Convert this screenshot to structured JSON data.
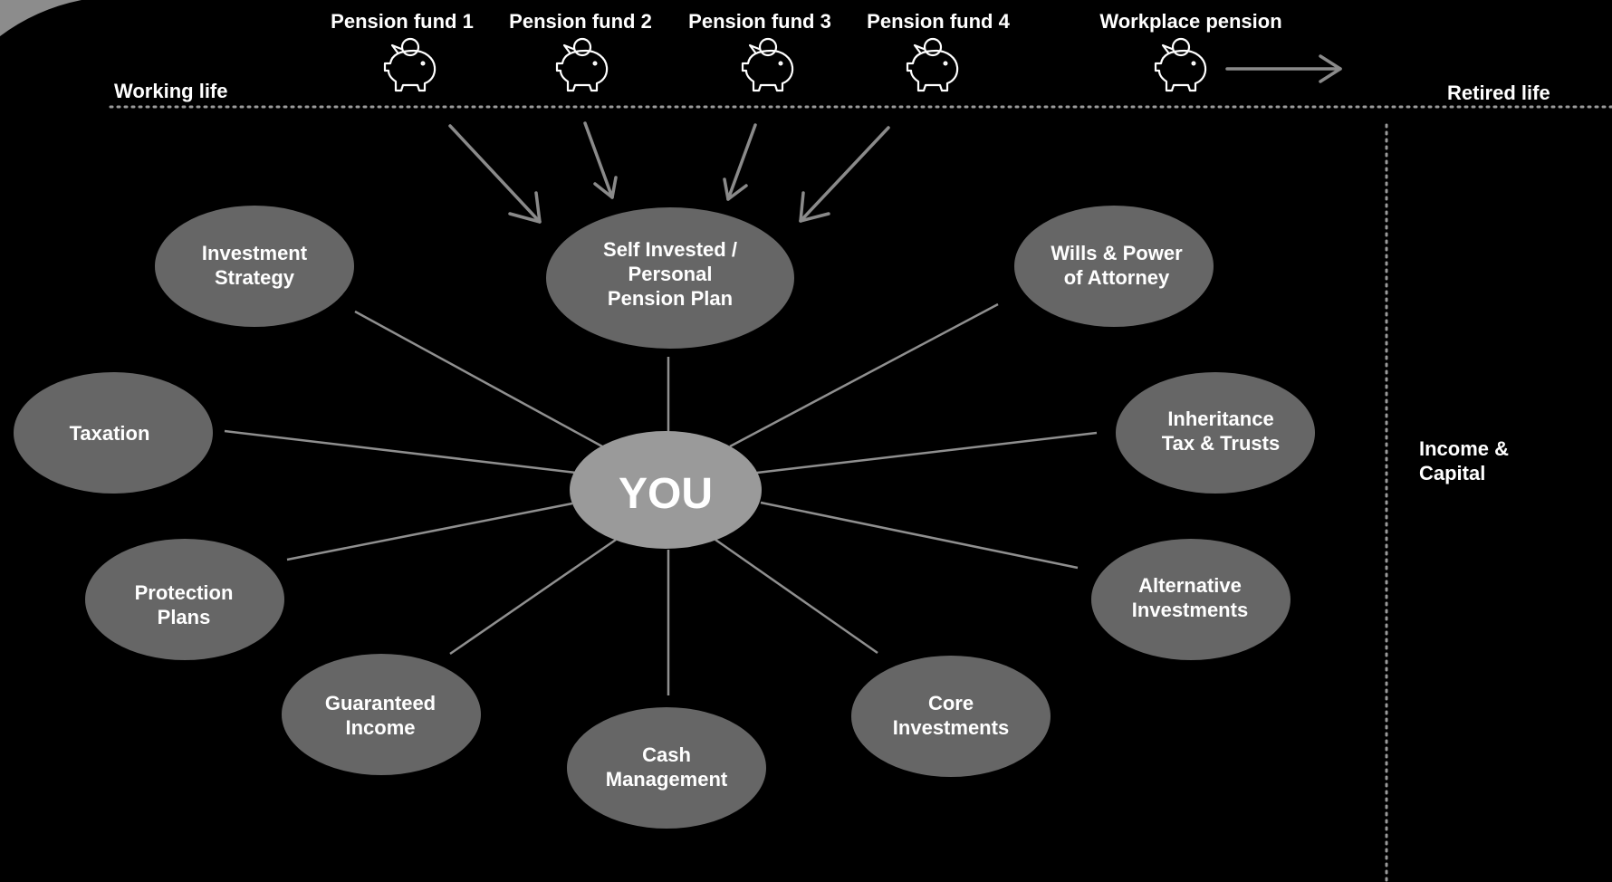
{
  "funds": [
    {
      "label": "Pension fund 1",
      "icon": "piggy-bank-icon"
    },
    {
      "label": "Pension fund 2",
      "icon": "piggy-bank-icon"
    },
    {
      "label": "Pension fund 3",
      "icon": "piggy-bank-icon"
    },
    {
      "label": "Pension fund 4",
      "icon": "piggy-bank-icon"
    },
    {
      "label": "Workplace pension",
      "icon": "piggy-bank-icon"
    }
  ],
  "phases": {
    "working": "Working life",
    "retired": "Retired life"
  },
  "center": {
    "label": "YOU"
  },
  "nodes": [
    {
      "id": "sipp",
      "lines": [
        "Self Invested /",
        "Personal",
        "Pension Plan"
      ]
    },
    {
      "id": "investment-strategy",
      "lines": [
        "Investment",
        "Strategy"
      ]
    },
    {
      "id": "wills",
      "lines": [
        "Wills & Power",
        "of Attorney"
      ]
    },
    {
      "id": "taxation",
      "lines": [
        "Taxation"
      ]
    },
    {
      "id": "inheritance",
      "lines": [
        "Inheritance",
        "Tax & Trusts"
      ]
    },
    {
      "id": "protection",
      "lines": [
        "Protection",
        "Plans"
      ]
    },
    {
      "id": "alternative",
      "lines": [
        "Alternative",
        "Investments"
      ]
    },
    {
      "id": "guaranteed",
      "lines": [
        "Guaranteed",
        "Income"
      ]
    },
    {
      "id": "core",
      "lines": [
        "Core",
        "Investments"
      ]
    },
    {
      "id": "cash",
      "lines": [
        "Cash",
        "Management"
      ]
    }
  ],
  "retirement": {
    "lines": [
      "Income &",
      "Capital"
    ]
  },
  "colors": {
    "background": "#000000",
    "node": "#666666",
    "center": "#9a9a9a",
    "line": "#8f8f8f",
    "text": "#ffffff"
  }
}
